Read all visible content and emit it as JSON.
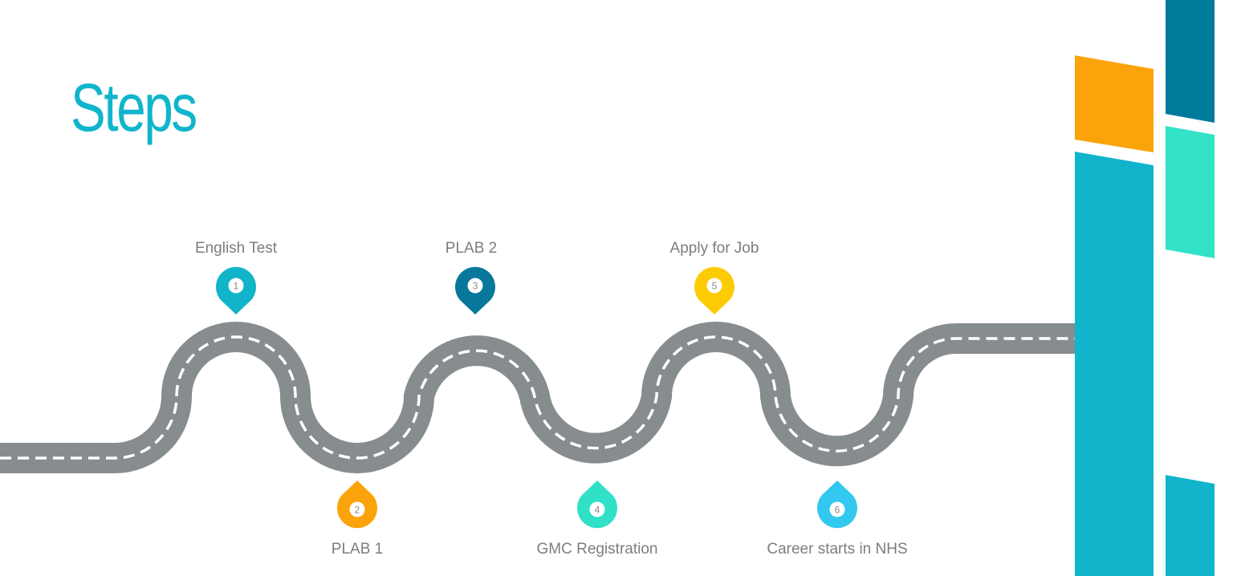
{
  "slide": {
    "title": "Steps"
  },
  "steps": [
    {
      "number": "1",
      "label": "English Test",
      "color": "#12b4c9",
      "position": "top"
    },
    {
      "number": "2",
      "label": "PLAB 1",
      "color": "#fba30a",
      "position": "bottom"
    },
    {
      "number": "3",
      "label": "PLAB 2",
      "color": "#07789c",
      "position": "top"
    },
    {
      "number": "4",
      "label": "GMC Registration",
      "color": "#30e0c7",
      "position": "bottom"
    },
    {
      "number": "5",
      "label": "Apply for Job",
      "color": "#fdcb04",
      "position": "top"
    },
    {
      "number": "6",
      "label": "Career starts in NHS",
      "color": "#33c8ef",
      "position": "bottom"
    }
  ],
  "colors": {
    "road": "#878c8f",
    "road_dash": "#ffffff",
    "title": "#10b5cc",
    "deco_orange": "#fba30a",
    "deco_teal": "#10b5cc",
    "deco_dark_blue": "#007a9b",
    "deco_mint": "#33e3c8"
  }
}
